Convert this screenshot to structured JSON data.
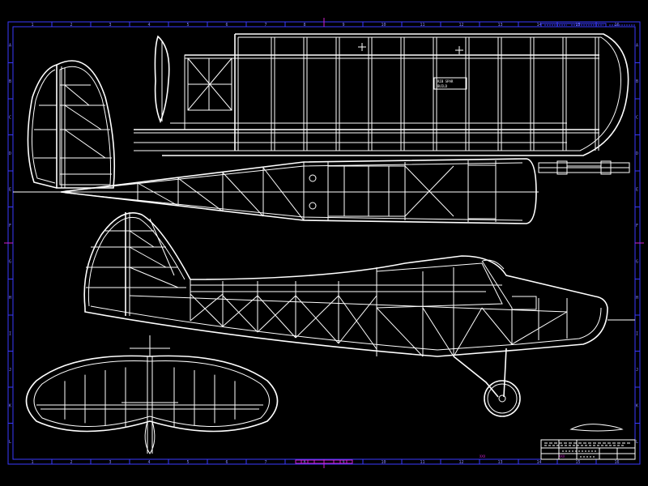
{
  "drawing": {
    "border_color": "#3a3aff",
    "line_color": "#ffffff",
    "accent_color": "#d020d0",
    "background": "#000000",
    "column_labels": [
      "1",
      "2",
      "3",
      "4",
      "5",
      "6",
      "7",
      "8",
      "9",
      "10",
      "11",
      "12",
      "13",
      "14",
      "15",
      "16"
    ],
    "row_labels": [
      "A",
      "B",
      "C",
      "D",
      "E",
      "F",
      "G",
      "H",
      "I",
      "J",
      "K",
      "L"
    ],
    "wing_panel_text": [
      "RIB SPAR",
      "BUILD"
    ],
    "title_block": {
      "header_left": "",
      "header_right": "",
      "rows": [],
      "revision_mark": "XXX"
    }
  }
}
